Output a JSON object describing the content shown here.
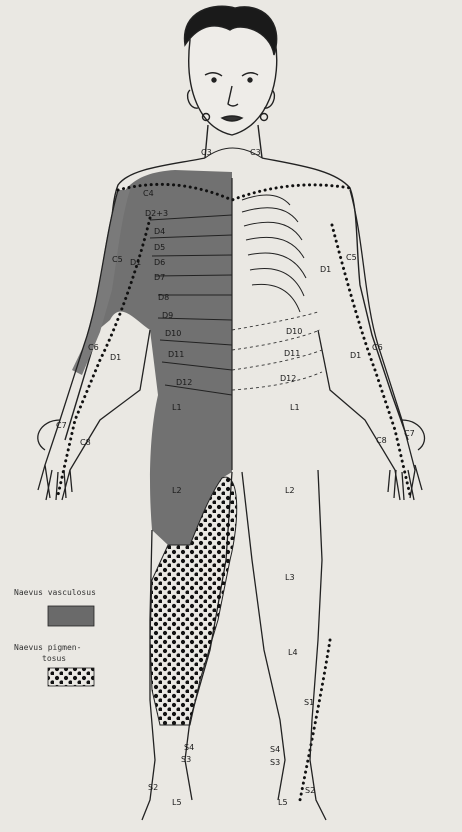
{
  "labels": {
    "neck_left": "C3",
    "neck_right": "C3",
    "c4": "C4",
    "d2_3": "D2+3",
    "d4": "D4",
    "d5": "D5",
    "d6": "D6",
    "d7": "D7",
    "d8": "D8",
    "d9": "D9",
    "d10": "D10",
    "d11": "D11",
    "d12": "D12",
    "d1_la": "D1",
    "d1_la2": "D1",
    "d1_ra": "D1",
    "d1_ra2": "D1",
    "c5_l": "C5",
    "c6_l": "C6",
    "c7_l": "C7",
    "c8_l": "C8",
    "c5_r": "C5",
    "c6_r": "C6",
    "c7_r": "C7",
    "c8_r": "C8",
    "d10_r": "D10",
    "d11_r": "D11",
    "d12_r": "D12",
    "l1_l": "L1",
    "l1_r": "L1",
    "l2_l": "L2",
    "l2_r": "L2",
    "l3_r": "L3",
    "l4_r": "L4",
    "s1_r": "S1",
    "s4_l": "S4",
    "s3_l": "S3",
    "s2_l": "S2",
    "l5_l": "L5",
    "s4_r": "S4",
    "s3_r": "S3",
    "s2_r": "S2",
    "l5_r": "L5"
  },
  "legend": {
    "vasculosus": "Naevus vasculosus",
    "pigmentosus_1": "Naevus pigmen-",
    "pigmentosus_2": "tosus"
  },
  "colors": {
    "paper": "#eae8e3",
    "ink": "#1a1a1a",
    "vascular": "#6a6a6a"
  }
}
